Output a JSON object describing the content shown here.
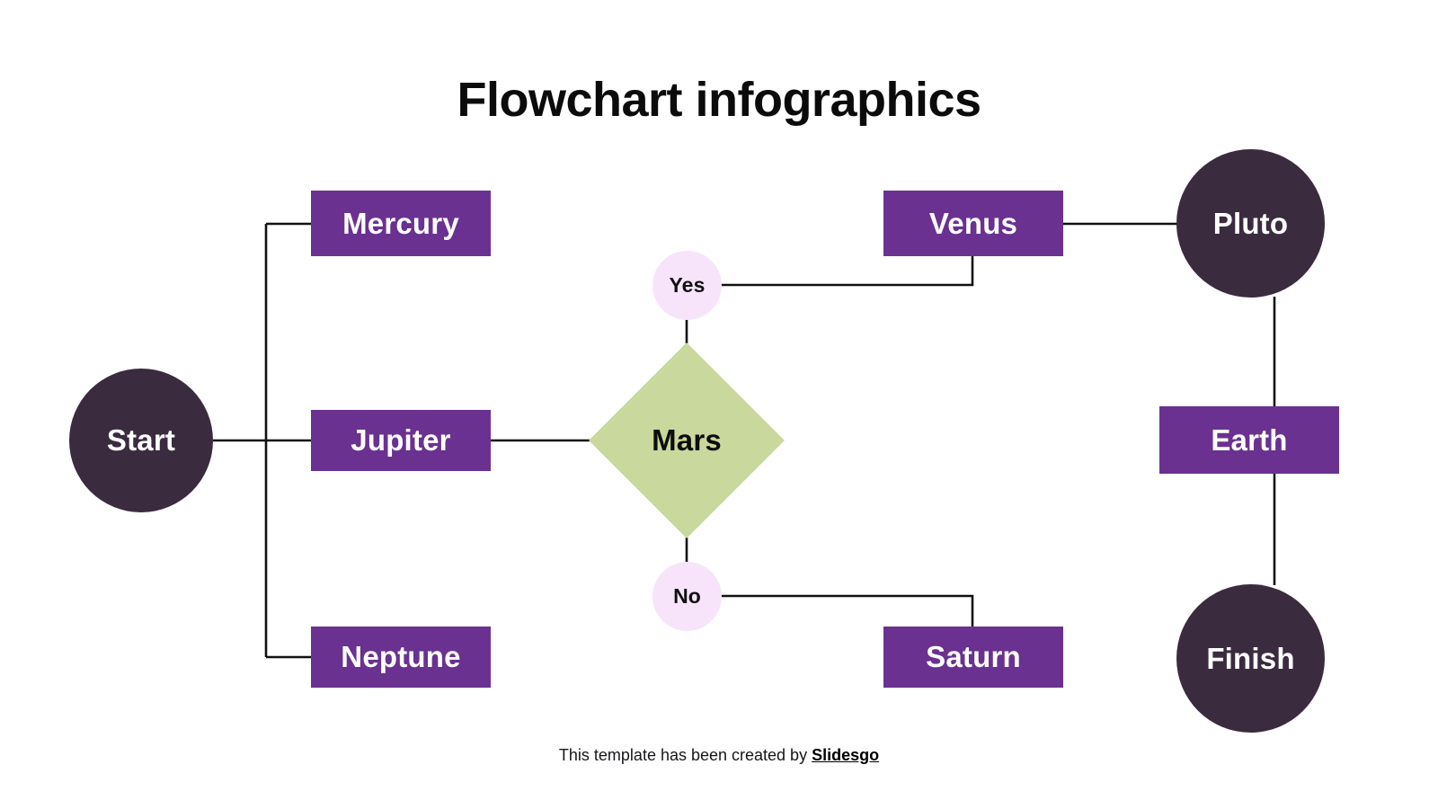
{
  "page": {
    "title": "Flowchart infographics",
    "background_color": "#ffffff"
  },
  "palette": {
    "purple": "#6A3191",
    "dark_plum": "#3B2B3F",
    "sage_green": "#C9D89C",
    "light_lavender": "#F7E4FB",
    "text_dark": "#0b0b0b",
    "text_light": "#ffffff",
    "connector": "#111111"
  },
  "nodes": {
    "start": {
      "label": "Start",
      "shape": "circle",
      "fill": "#3B2B3F",
      "text_color": "#ffffff"
    },
    "mercury": {
      "label": "Mercury",
      "shape": "rectangle",
      "fill": "#6A3191",
      "text_color": "#ffffff"
    },
    "jupiter": {
      "label": "Jupiter",
      "shape": "rectangle",
      "fill": "#6A3191",
      "text_color": "#ffffff"
    },
    "neptune": {
      "label": "Neptune",
      "shape": "rectangle",
      "fill": "#6A3191",
      "text_color": "#ffffff"
    },
    "mars": {
      "label": "Mars",
      "shape": "diamond",
      "fill": "#C9D89C",
      "text_color": "#0d0d0d"
    },
    "yes": {
      "label": "Yes",
      "shape": "circle",
      "fill": "#F7E4FB",
      "text_color": "#101010"
    },
    "no": {
      "label": "No",
      "shape": "circle",
      "fill": "#F7E4FB",
      "text_color": "#101010"
    },
    "venus": {
      "label": "Venus",
      "shape": "rectangle",
      "fill": "#6A3191",
      "text_color": "#ffffff"
    },
    "saturn": {
      "label": "Saturn",
      "shape": "rectangle",
      "fill": "#6A3191",
      "text_color": "#ffffff"
    },
    "pluto": {
      "label": "Pluto",
      "shape": "circle",
      "fill": "#3B2B3F",
      "text_color": "#ffffff"
    },
    "earth": {
      "label": "Earth",
      "shape": "rectangle",
      "fill": "#6A3191",
      "text_color": "#ffffff"
    },
    "finish": {
      "label": "Finish",
      "shape": "circle",
      "fill": "#3B2B3F",
      "text_color": "#ffffff"
    }
  },
  "edges": [
    {
      "from": "start",
      "to": "mercury"
    },
    {
      "from": "start",
      "to": "jupiter"
    },
    {
      "from": "start",
      "to": "neptune"
    },
    {
      "from": "jupiter",
      "to": "mars"
    },
    {
      "from": "mars",
      "to": "yes",
      "label": "Yes"
    },
    {
      "from": "mars",
      "to": "no",
      "label": "No"
    },
    {
      "from": "yes",
      "to": "venus"
    },
    {
      "from": "venus",
      "to": "pluto"
    },
    {
      "from": "no",
      "to": "saturn"
    },
    {
      "from": "pluto",
      "to": "earth"
    },
    {
      "from": "earth",
      "to": "finish"
    }
  ],
  "footer": {
    "text_before": "This template has been created by ",
    "brand": "Slidesgo"
  }
}
